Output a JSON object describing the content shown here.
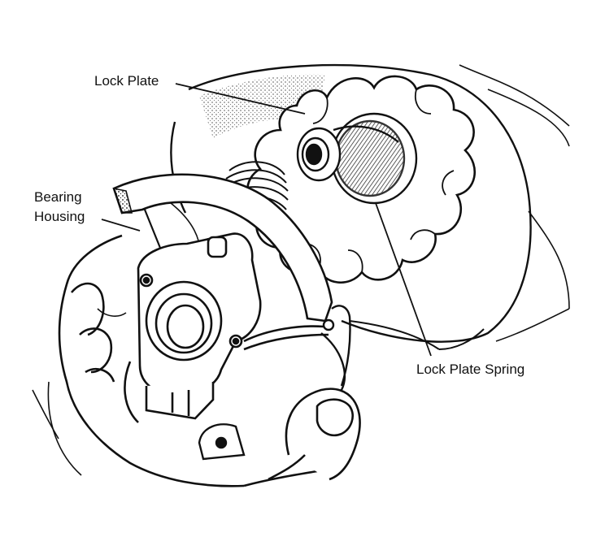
{
  "labels": {
    "lock_plate": "Lock Plate",
    "bearing_housing_line1": "Bearing",
    "bearing_housing_line2": "Housing",
    "lock_plate_spring": "Lock Plate Spring"
  },
  "colors": {
    "ink": "#111111",
    "paper": "#ffffff",
    "shade": "#555555"
  }
}
